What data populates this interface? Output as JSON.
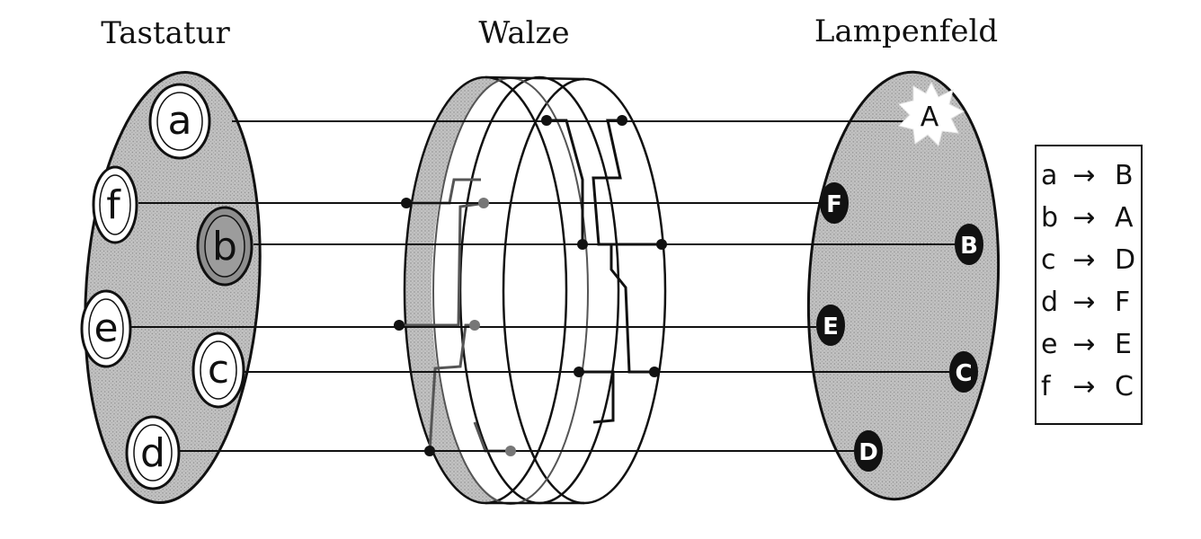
{
  "headings": {
    "keyboard": "Tastatur",
    "rotor": "Walze",
    "lampboard": "Lampenfeld"
  },
  "keyboard_keys": [
    "a",
    "f",
    "b",
    "e",
    "c",
    "d"
  ],
  "pressed_key": "b",
  "lamps": [
    "A",
    "F",
    "B",
    "E",
    "C",
    "D"
  ],
  "lit_lamp": "A",
  "mapping": [
    {
      "from": "a",
      "arrow": "→",
      "to": "B"
    },
    {
      "from": "b",
      "arrow": "→",
      "to": "A"
    },
    {
      "from": "c",
      "arrow": "→",
      "to": "D"
    },
    {
      "from": "d",
      "arrow": "→",
      "to": "F"
    },
    {
      "from": "e",
      "arrow": "→",
      "to": "E"
    },
    {
      "from": "f",
      "arrow": "→",
      "to": "C"
    }
  ],
  "colors": {
    "panel_fill": "#b9b9b9",
    "rotor_fill": "#c4c4c4",
    "lamp_fill": "#111111",
    "line": "#111111"
  }
}
